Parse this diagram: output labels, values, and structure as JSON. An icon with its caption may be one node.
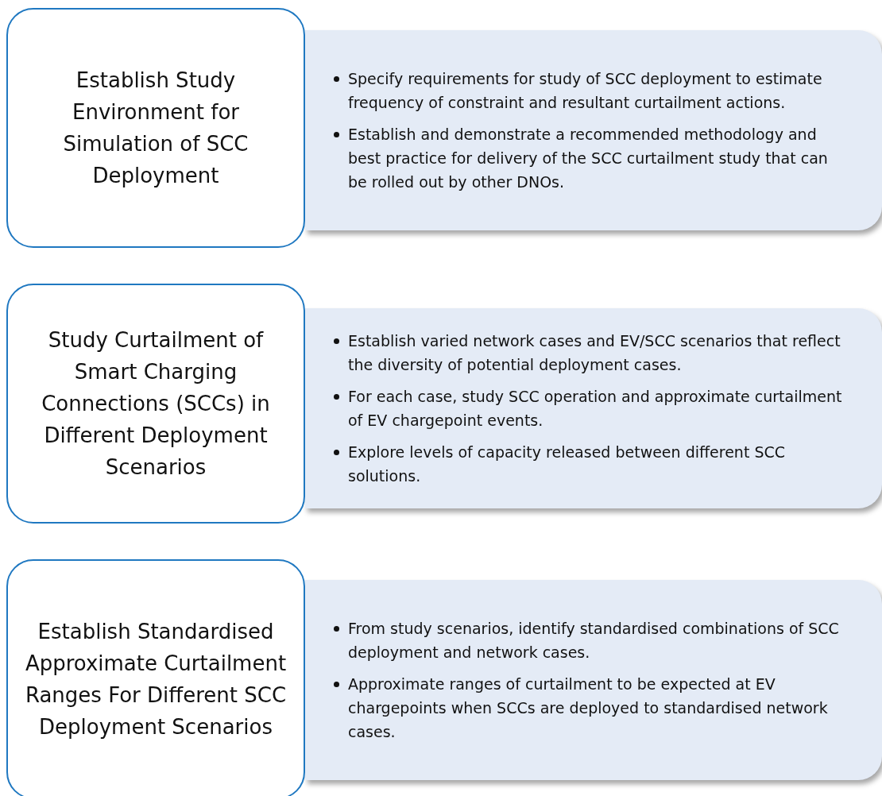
{
  "diagram": {
    "nodes": [
      {
        "text": [
          "Establish Study Environment for Simulation of SCC Deployment"
        ]
      },
      {
        "text": [
          "Specify requirements for study of SCC deployment to estimate frequency of constraint and resultant curtailment actions.",
          "Establish and demonstrate a recommended methodology and best practice for delivery of the SCC curtailment study that can be rolled out by other DNOs."
        ]
      },
      {
        "text": [
          "Study Curtailment of Smart Charging Connections (SCCs) in Different Deployment Scenarios"
        ]
      },
      {
        "text": [
          "Establish varied network cases and EV/SCC scenarios that reflect the diversity of potential deployment cases.",
          "For each case, study SCC operation and approximate curtailment of EV chargepoint events.",
          "Explore levels of capacity released between different SCC solutions."
        ]
      },
      {
        "text": [
          "Establish Standardised Approximate Curtailment Ranges For Different SCC Deployment Scenarios"
        ]
      },
      {
        "text": [
          "From study scenarios, identify standardised combinations of SCC deployment and network cases.",
          "Approximate ranges of curtailment to be expected at EV chargepoints when SCCs are deployed to standardised network cases."
        ]
      }
    ]
  }
}
